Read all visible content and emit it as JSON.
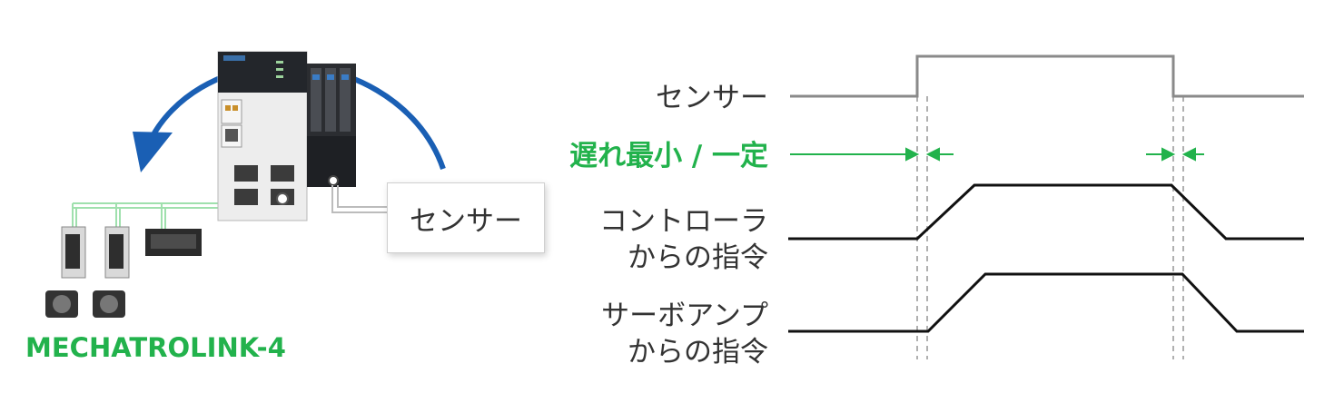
{
  "left_diagram": {
    "network_label": "MECHATROLINK-4",
    "sensor_box_label": "センサー",
    "colors": {
      "network_green": "#22b24c",
      "arrow_blue": "#1a5fb4"
    }
  },
  "timing_chart": {
    "rows": [
      {
        "label": "センサー"
      },
      {
        "label": "遅れ最小 / 一定",
        "color": "#22b24c"
      },
      {
        "label_lines": [
          "コントローラ",
          "からの指令"
        ]
      },
      {
        "label_lines": [
          "サーボアンプ",
          "からの指令"
        ]
      }
    ],
    "colors": {
      "sensor_signal": "#8a8a8a",
      "command_signal": "#111111",
      "delay_marker": "#22b24c"
    }
  }
}
